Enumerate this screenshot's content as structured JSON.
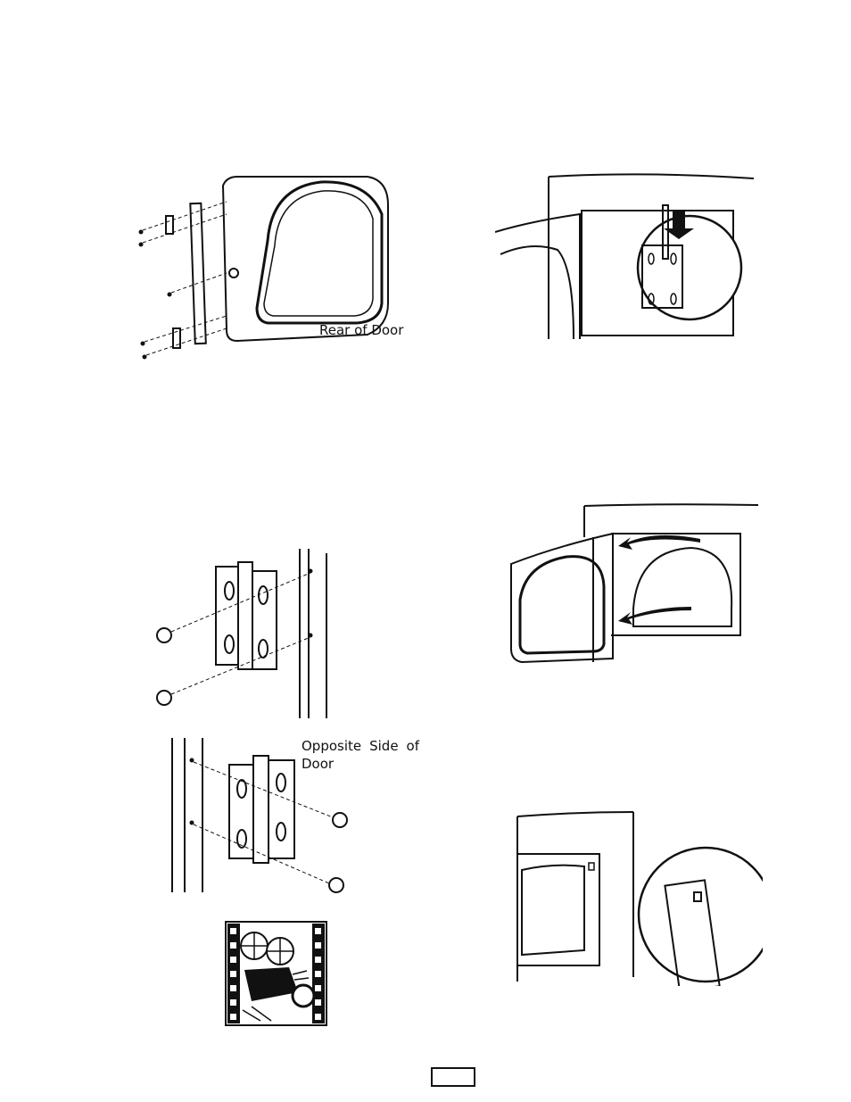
{
  "captions": {
    "rear_of_door": "Rear of Door",
    "opposite_side_of_door": "Opposite Side of Door"
  },
  "figures": [
    {
      "id": "fig-door-rear-hinge-bracket",
      "kind": "line-illustration"
    },
    {
      "id": "fig-door-hinge-slide-down",
      "kind": "line-illustration"
    },
    {
      "id": "fig-hinge-screws",
      "kind": "line-illustration"
    },
    {
      "id": "fig-door-swing-open",
      "kind": "line-illustration"
    },
    {
      "id": "fig-hinge-screws-opposite",
      "kind": "line-illustration"
    },
    {
      "id": "fig-cabinet-hole-detail",
      "kind": "line-illustration"
    },
    {
      "id": "fig-video-icon",
      "kind": "icon"
    }
  ],
  "page_number": ""
}
